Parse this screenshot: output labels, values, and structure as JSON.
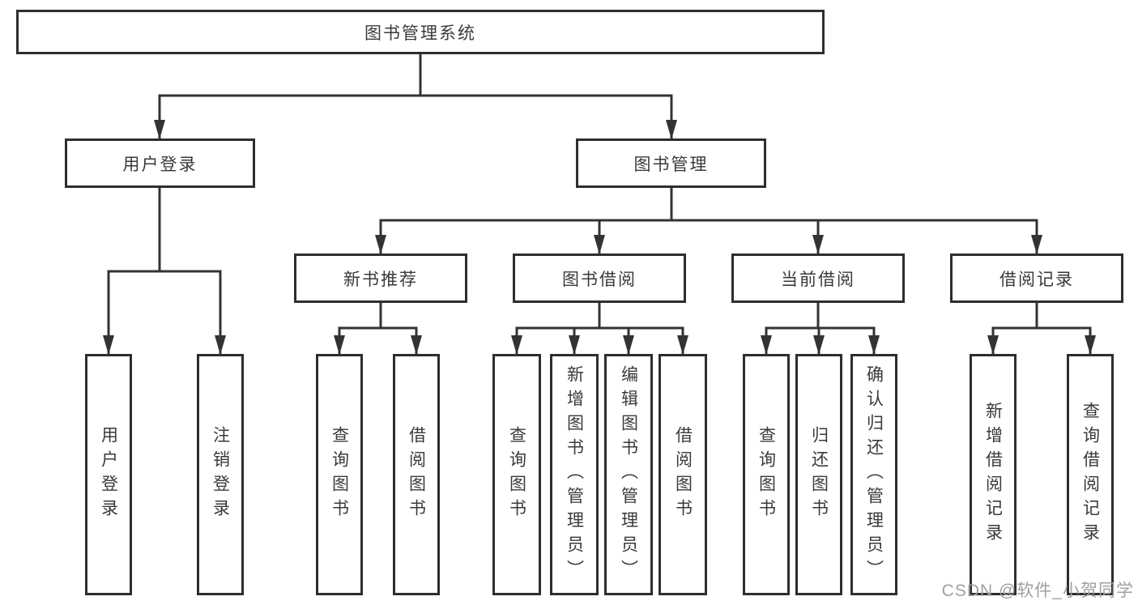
{
  "diagram": {
    "root": {
      "label": "图书管理系统"
    },
    "branches": [
      {
        "label": "用户登录",
        "children": [
          {
            "label": "用户登录"
          },
          {
            "label": "注销登录"
          }
        ]
      },
      {
        "label": "图书管理",
        "children": [
          {
            "label": "新书推荐",
            "children": [
              {
                "label": "查询图书"
              },
              {
                "label": "借阅图书"
              }
            ]
          },
          {
            "label": "图书借阅",
            "children": [
              {
                "label": "查询图书"
              },
              {
                "label": "新增图书（管理员）"
              },
              {
                "label": "编辑图书（管理员）"
              },
              {
                "label": "借阅图书"
              }
            ]
          },
          {
            "label": "当前借阅",
            "children": [
              {
                "label": "查询图书"
              },
              {
                "label": "归还图书"
              },
              {
                "label": "确认归还（管理员）"
              }
            ]
          },
          {
            "label": "借阅记录",
            "children": [
              {
                "label": "新增借阅记录"
              },
              {
                "label": "查询借阅记录"
              }
            ]
          }
        ]
      }
    ]
  },
  "watermark": {
    "text": "CSDN @软件_小贺同学"
  },
  "colors": {
    "line": "#333333",
    "box_border": "#2e2e2e",
    "text": "#3a3a3a",
    "watermark": "#a0a0a0",
    "background": "#ffffff"
  }
}
